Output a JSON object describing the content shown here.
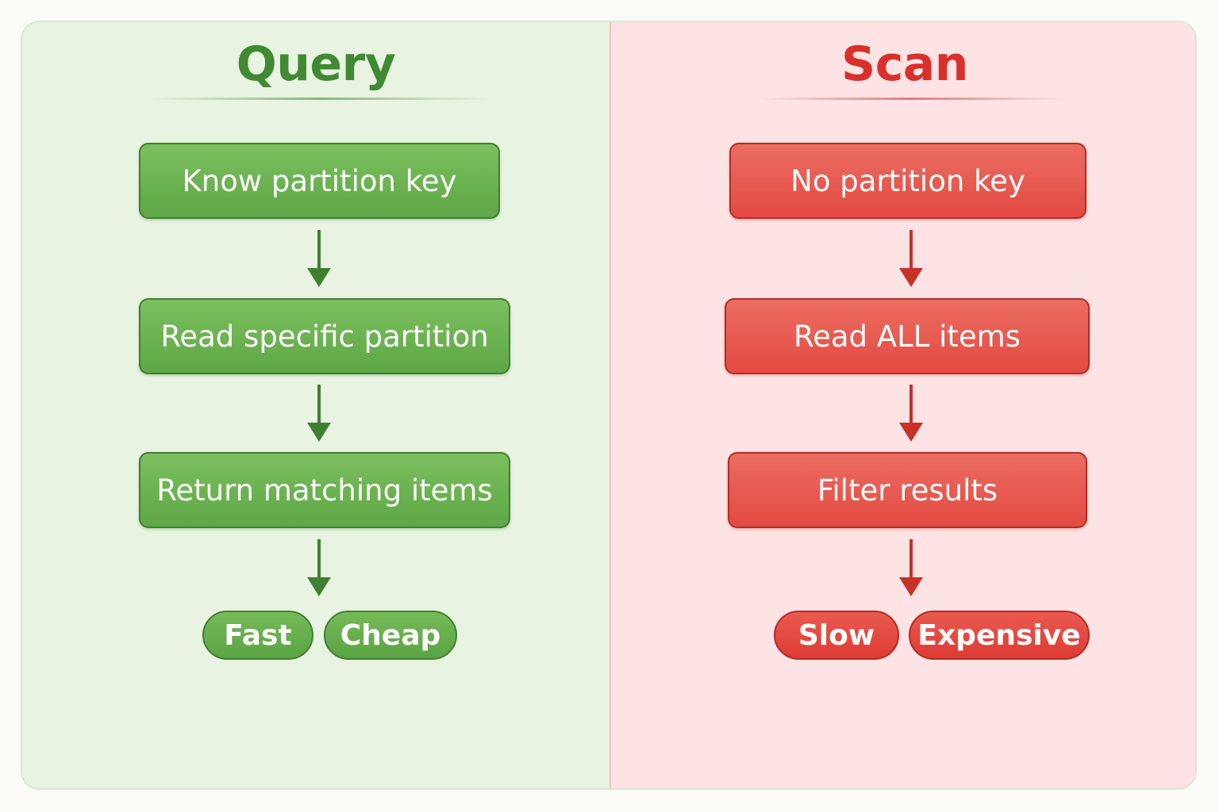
{
  "query": {
    "title": "Query",
    "steps": [
      "Know partition key",
      "Read specific partition",
      "Return matching items"
    ],
    "outcomes": [
      "Fast",
      "Cheap"
    ]
  },
  "scan": {
    "title": "Scan",
    "steps": [
      "No partition key",
      "Read ALL items",
      "Filter results"
    ],
    "outcomes": [
      "Slow",
      "Expensive"
    ]
  },
  "colors": {
    "query_fill": "#6db352",
    "query_stroke": "#3f7f31",
    "query_background": "#e9f3e2",
    "scan_fill": "#e65a50",
    "scan_stroke": "#b72a25",
    "scan_background": "#fde3e3"
  }
}
